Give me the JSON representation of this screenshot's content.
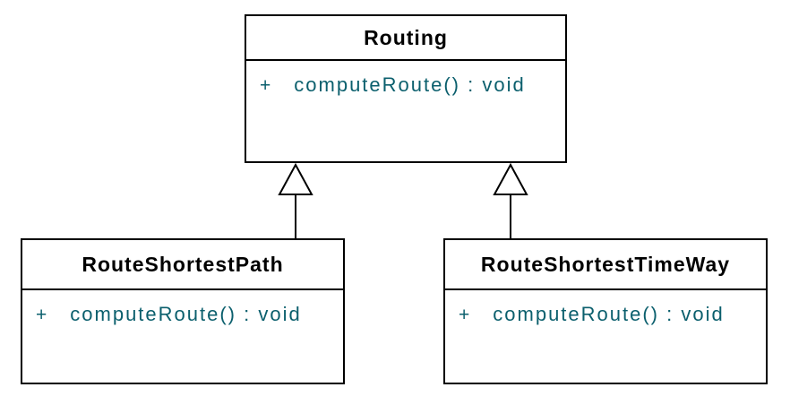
{
  "diagram": {
    "type": "UML class diagram",
    "classes": [
      {
        "name": "Routing",
        "methods": [
          {
            "visibility": "+",
            "signature": "computeRoute() : void"
          }
        ]
      },
      {
        "name": "RouteShortestPath",
        "methods": [
          {
            "visibility": "+",
            "signature": "computeRoute() : void"
          }
        ]
      },
      {
        "name": "RouteShortestTimeWay",
        "methods": [
          {
            "visibility": "+",
            "signature": "computeRoute() : void"
          }
        ]
      }
    ],
    "relationships": [
      {
        "from": "RouteShortestPath",
        "to": "Routing",
        "type": "generalization",
        "arrowhead": "hollow-triangle"
      },
      {
        "from": "RouteShortestTimeWay",
        "to": "Routing",
        "type": "generalization",
        "arrowhead": "hollow-triangle"
      }
    ],
    "colors": {
      "background": "#ffffff",
      "box_fill": "#ffffff",
      "border": "#000000",
      "title_text": "#000000",
      "method_text": "#0b5f6d"
    }
  }
}
